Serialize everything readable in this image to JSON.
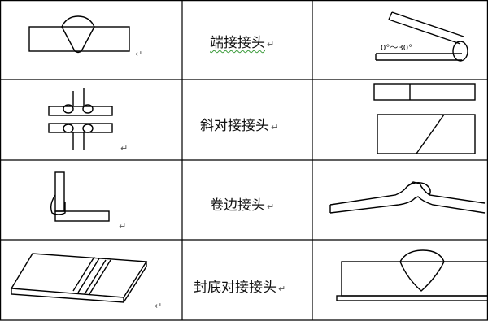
{
  "rows": [
    {
      "name": "端接接头",
      "mark": "↵",
      "side_mark": "↵"
    },
    {
      "name": "斜对接接头",
      "mark": "↵",
      "side_mark": "↵"
    },
    {
      "name": "卷边接头",
      "mark": "↵",
      "side_mark": "↵"
    },
    {
      "name": "封底对接接头",
      "mark": "↵",
      "side_mark": "↵"
    }
  ],
  "angle_label": "0°～30°",
  "colors": {
    "line": "#000000",
    "spell_underline": "#3a9a3a"
  }
}
